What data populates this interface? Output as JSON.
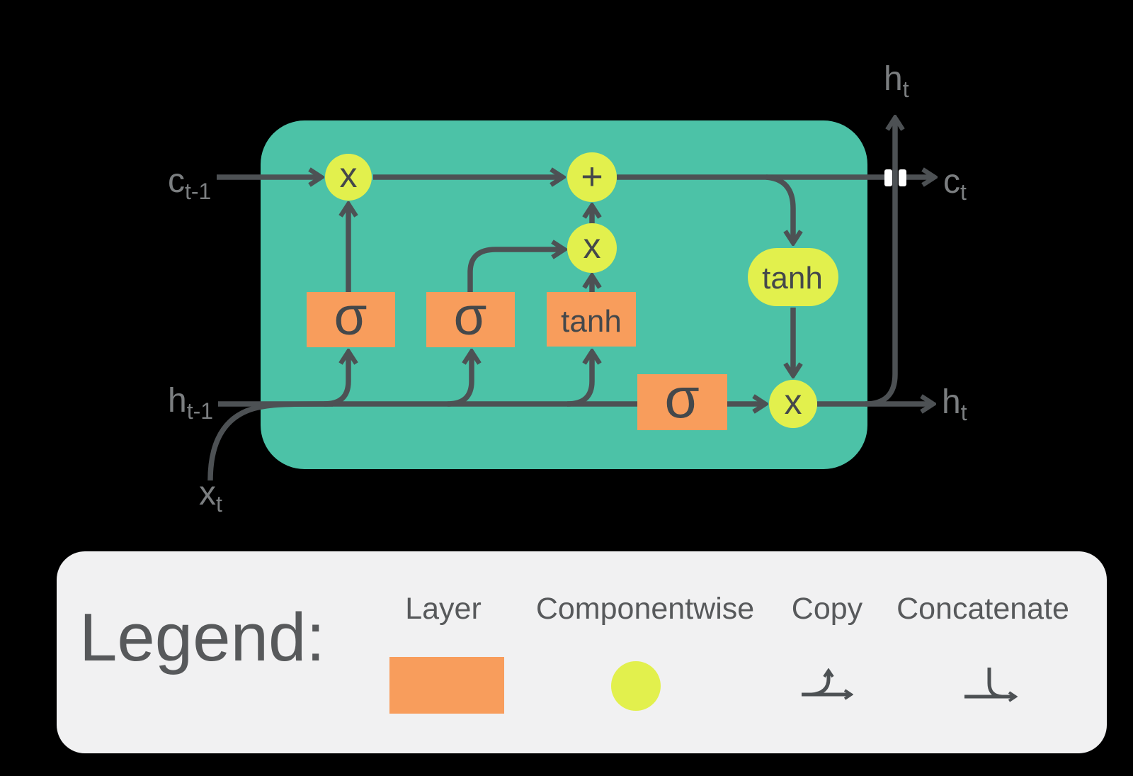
{
  "colors": {
    "bg": "#000000",
    "cell": "#4CC2A7",
    "node": "#E2F04D",
    "layer": "#F89D5C",
    "wire": "#4D5154",
    "glyph": "#44484B",
    "io-label": "#7B7E80",
    "legend-bg": "#F1F1F2",
    "legend-text": "#57595B",
    "cross-gap": "#FFFFFF"
  },
  "diagram": {
    "io_labels": {
      "c_prev": {
        "base": "c",
        "sub": "t-1"
      },
      "h_prev": {
        "base": "h",
        "sub": "t-1"
      },
      "x_in": {
        "base": "x",
        "sub": "t"
      },
      "c_out": {
        "base": "c",
        "sub": "t"
      },
      "h_out_top": {
        "base": "h",
        "sub": "t"
      },
      "h_out_right": {
        "base": "h",
        "sub": "t"
      }
    },
    "nodes": {
      "forget_gate": "σ",
      "input_gate": "σ",
      "candidate_layer": "tanh",
      "output_gate": "σ",
      "forget_mult": "x",
      "cell_add": "+",
      "input_mult": "x",
      "output_activation": "tanh",
      "output_mult": "x"
    }
  },
  "legend": {
    "title": "Legend:",
    "items": [
      {
        "label": "Layer",
        "swatch": "orange-rectangle"
      },
      {
        "label": "Componentwise",
        "swatch": "yellow-circle"
      },
      {
        "label": "Copy",
        "swatch": "branch-arrow"
      },
      {
        "label": "Concatenate",
        "swatch": "merge-arrow"
      }
    ]
  }
}
